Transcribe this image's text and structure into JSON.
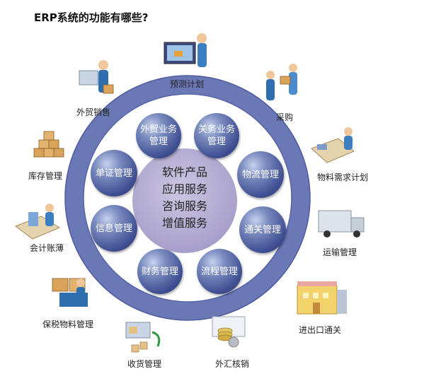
{
  "title": "ERP系统的功能有哪些?",
  "center": [
    "软件产品",
    "应用服务",
    "咨询服务",
    "增值服务"
  ],
  "inner_modules": [
    {
      "line1": "外贸业务",
      "line2": "管理"
    },
    {
      "line1": "关务业务",
      "line2": "管理"
    },
    {
      "line1": "物流管理",
      "line2": ""
    },
    {
      "line1": "通关管理",
      "line2": ""
    },
    {
      "line1": "流程管理",
      "line2": ""
    },
    {
      "line1": "财务管理",
      "line2": ""
    },
    {
      "line1": "信息管理",
      "line2": ""
    },
    {
      "line1": "单证管理",
      "line2": ""
    }
  ],
  "outer_functions": [
    "预测计划",
    "采购",
    "物料需求计划",
    "运输管理",
    "进出口通关",
    "外汇核销",
    "收货管理",
    "保税物料管理",
    "会计账薄",
    "库存管理",
    "外贸销售"
  ],
  "colors": {
    "ring": "#6b78b6",
    "ring_dark": "#4d5aa0",
    "center_disk": "#b7afd4",
    "ball": "#3f4f92"
  }
}
